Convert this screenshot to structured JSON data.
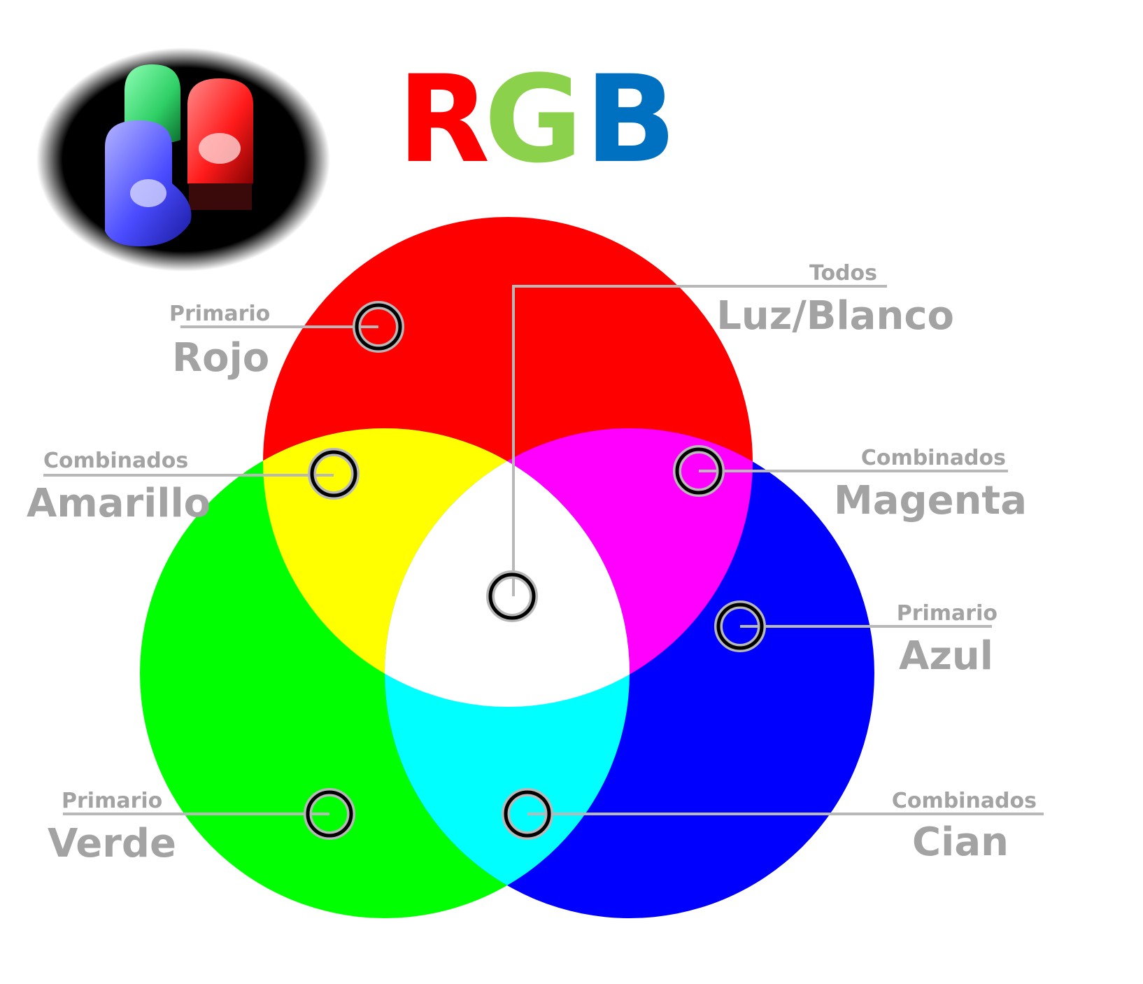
{
  "title": {
    "letters": [
      {
        "text": "R",
        "color": "#ff0000"
      },
      {
        "text": "G",
        "color": "#8cd14b"
      },
      {
        "text": "B",
        "color": "#0070c0"
      }
    ]
  },
  "colors": {
    "red": "#ff0000",
    "green": "#00ff00",
    "blue": "#0000ff",
    "yellow": "#ffff00",
    "magenta": "#ff00ff",
    "cyan": "#00ffff",
    "white": "#ffffff",
    "label_gray": "#a3a3a3",
    "leader_gray": "#b8b8b8"
  },
  "photo": {
    "icon": "rgb-led-photo",
    "leds": [
      {
        "name": "green-led",
        "color": "#3ee27a"
      },
      {
        "name": "red-led",
        "color": "#ff2a2a"
      },
      {
        "name": "blue-led",
        "color": "#5a5cff"
      }
    ]
  },
  "labels": {
    "rojo": {
      "category": "Primario",
      "name": "Rojo"
    },
    "luz": {
      "category": "Todos",
      "name": "Luz/Blanco"
    },
    "amarillo": {
      "category": "Combinados",
      "name": "Amarillo"
    },
    "magenta": {
      "category": "Combinados",
      "name": "Magenta"
    },
    "azul": {
      "category": "Primario",
      "name": "Azul"
    },
    "verde": {
      "category": "Primario",
      "name": "Verde"
    },
    "cian": {
      "category": "Combinados",
      "name": "Cian"
    }
  }
}
